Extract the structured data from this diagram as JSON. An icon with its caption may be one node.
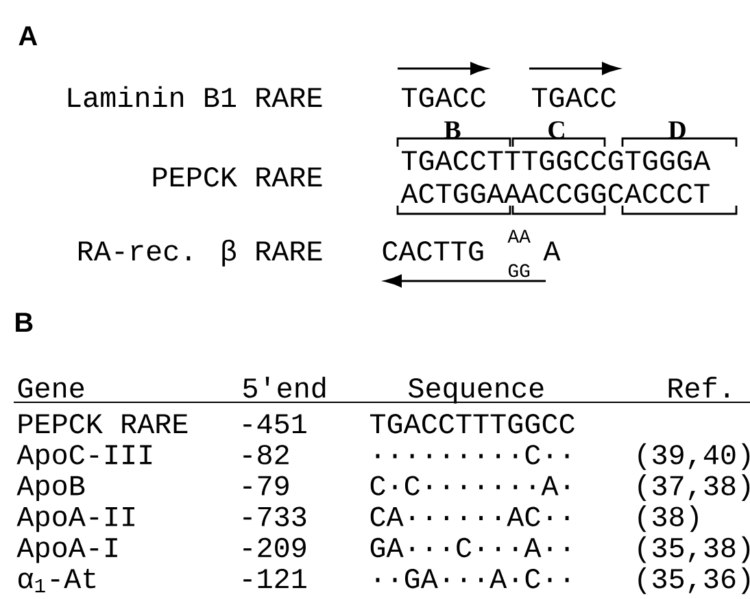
{
  "diagram": {
    "labels": [
      "A",
      "Laminin B1 RARE",
      "TGACC",
      "TGACC",
      "B",
      "C",
      "D",
      "PEPCK RARE",
      "TGACCTTTGGCCGTGGGA",
      "ACTGGAAACCGGCACCCT",
      "RA-rec. β RARE",
      "CACTTG",
      "AA",
      "GG",
      "A",
      "B",
      "Gene",
      "5'end",
      "Sequence",
      "Ref.",
      "PEPCK RARE",
      "-451",
      "TGACCTTTGGCC",
      "ApoC-III",
      "-82",
      "·········C··",
      "(39,40)",
      "ApoB",
      "-79",
      "C·C·······A·",
      "(37,38)",
      "ApoA-II",
      "-733",
      "CA······AC··",
      "(38)",
      "ApoA-I",
      "-209",
      "GA···C···A··",
      "(35,38)",
      "α$_{1}$-At",
      "-121",
      "··GA···A·C··",
      "(35,36)"
    ]
  }
}
